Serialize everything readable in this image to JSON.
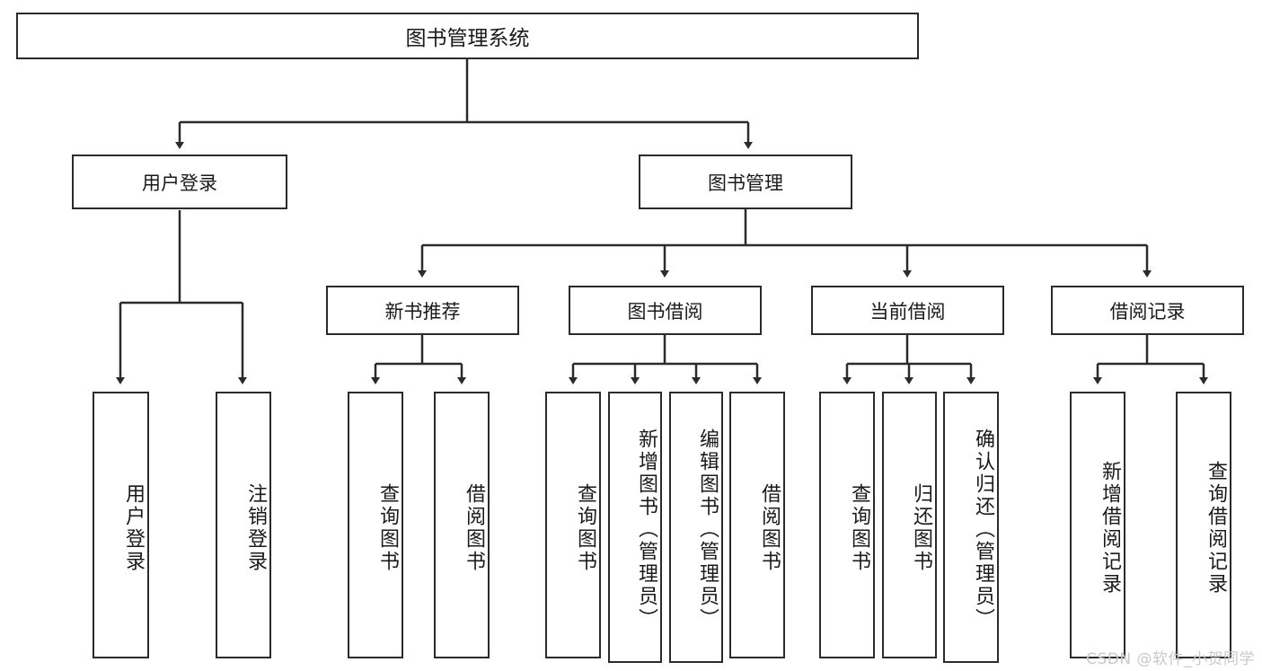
{
  "diagram": {
    "title": "图书管理系统",
    "watermark": "CSDN @软件_小贺同学",
    "colors": {
      "border": "#2b2b2b",
      "text": "#1a1a1a",
      "background": "#ffffff",
      "watermark": "#c9c9c9"
    },
    "root": {
      "label": "图书管理系统"
    },
    "tier1": [
      {
        "label": "用户登录"
      },
      {
        "label": "图书管理"
      }
    ],
    "tier2": [
      {
        "label": "新书推荐"
      },
      {
        "label": "图书借阅"
      },
      {
        "label": "当前借阅"
      },
      {
        "label": "借阅记录"
      }
    ],
    "leaves": [
      {
        "label": "用户登录",
        "parent": "用户登录"
      },
      {
        "label": "注销登录",
        "parent": "用户登录"
      },
      {
        "label": "查询图书",
        "parent": "新书推荐"
      },
      {
        "label": "借阅图书",
        "parent": "新书推荐"
      },
      {
        "label": "查询图书",
        "parent": "图书借阅"
      },
      {
        "label": "新增图书（管理员）",
        "parent": "图书借阅"
      },
      {
        "label": "编辑图书（管理员）",
        "parent": "图书借阅"
      },
      {
        "label": "借阅图书",
        "parent": "图书借阅"
      },
      {
        "label": "查询图书",
        "parent": "当前借阅"
      },
      {
        "label": "归还图书",
        "parent": "当前借阅"
      },
      {
        "label": "确认归还（管理员）",
        "parent": "当前借阅"
      },
      {
        "label": "新增借阅记录",
        "parent": "借阅记录"
      },
      {
        "label": "查询借阅记录",
        "parent": "借阅记录"
      }
    ]
  }
}
